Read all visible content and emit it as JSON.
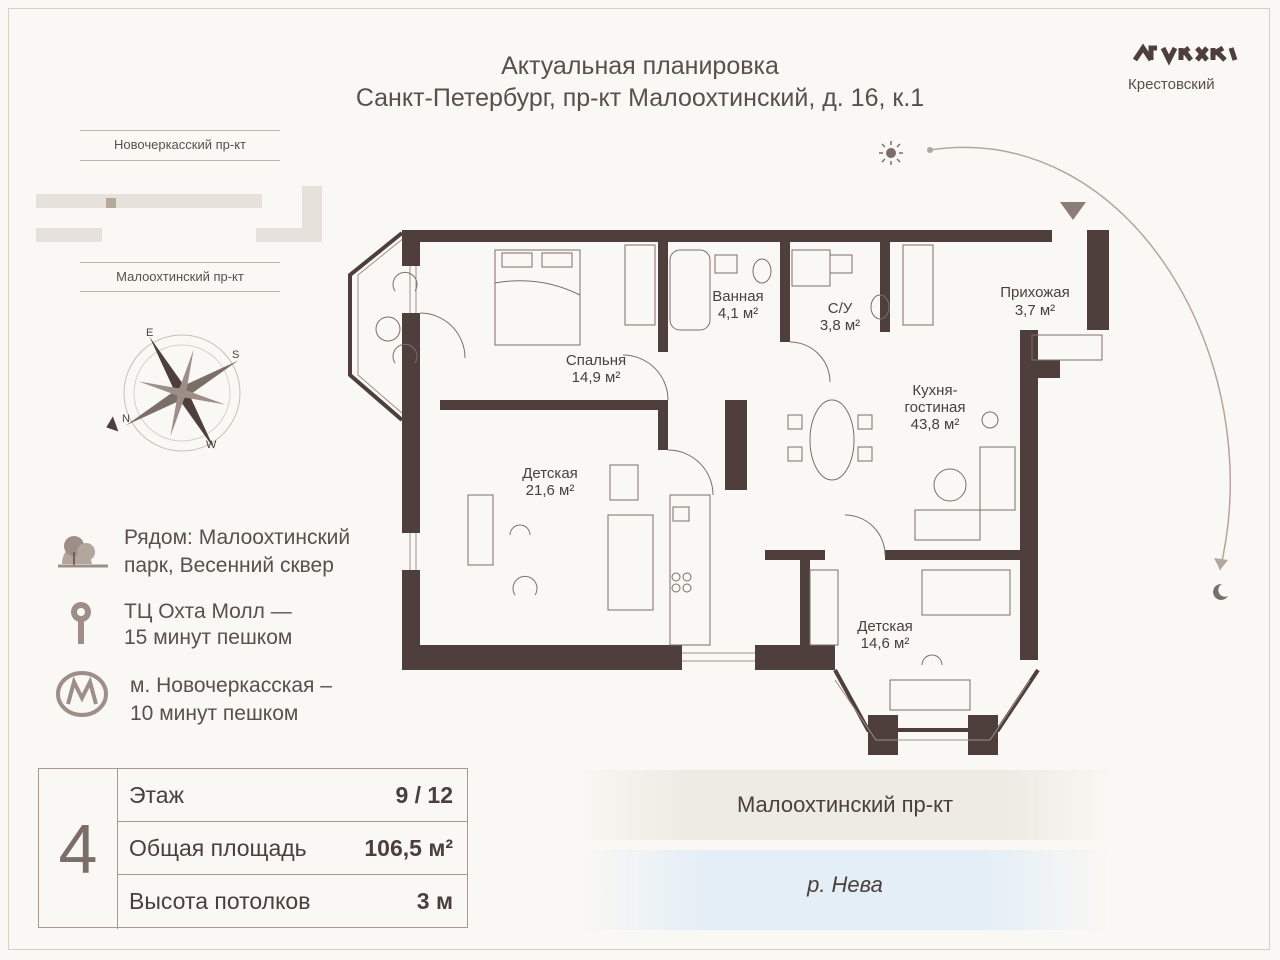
{
  "header": {
    "title": "Актуальная планировка",
    "address": "Санкт-Петербург, пр-кт Малоохтинский, д. 16, к.1"
  },
  "logo": {
    "text": "Крестовский"
  },
  "site_plan": {
    "street_top": "Новочеркасский пр-кт",
    "street_bottom": "Малоохтинский пр-кт"
  },
  "nearby": [
    {
      "icon": "tree-icon",
      "text_line1": "Рядом: Малоохтинский",
      "text_line2": "парк, Весенний сквер"
    },
    {
      "icon": "pin-icon",
      "text_line1": "ТЦ Охта Молл —",
      "text_line2": "15 минут пешком"
    },
    {
      "icon": "metro-icon",
      "text_line1": "м. Новочеркасская –",
      "text_line2": "10 минут пешком"
    }
  ],
  "stats": {
    "rooms": "4",
    "rows": [
      {
        "label": "Этаж",
        "value": "9 / 12"
      },
      {
        "label": "Общая площадь",
        "value": "106,5 м²"
      },
      {
        "label": "Высота потолков",
        "value": "3 м"
      }
    ]
  },
  "surroundings": {
    "street": "Малоохтинский пр-кт",
    "river": "р. Нева"
  },
  "rooms": [
    {
      "name": "Ванная",
      "area": "4,1 м²"
    },
    {
      "name": "С/У",
      "area": "3,8 м²"
    },
    {
      "name": "Прихожая",
      "area": "3,7 м²"
    },
    {
      "name": "Спальня",
      "area": "14,9 м²"
    },
    {
      "name": "Кухня-\nгостиная",
      "area": "43,8 м²"
    },
    {
      "name": "Детская",
      "area": "21,6 м²"
    },
    {
      "name": "Детская",
      "area": "14,6 м²"
    }
  ],
  "compass_letters": [
    "N",
    "S",
    "E",
    "W"
  ],
  "colors": {
    "wall": "#4e3f3c",
    "accent": "#7b6e68",
    "background": "#faf8f4"
  }
}
